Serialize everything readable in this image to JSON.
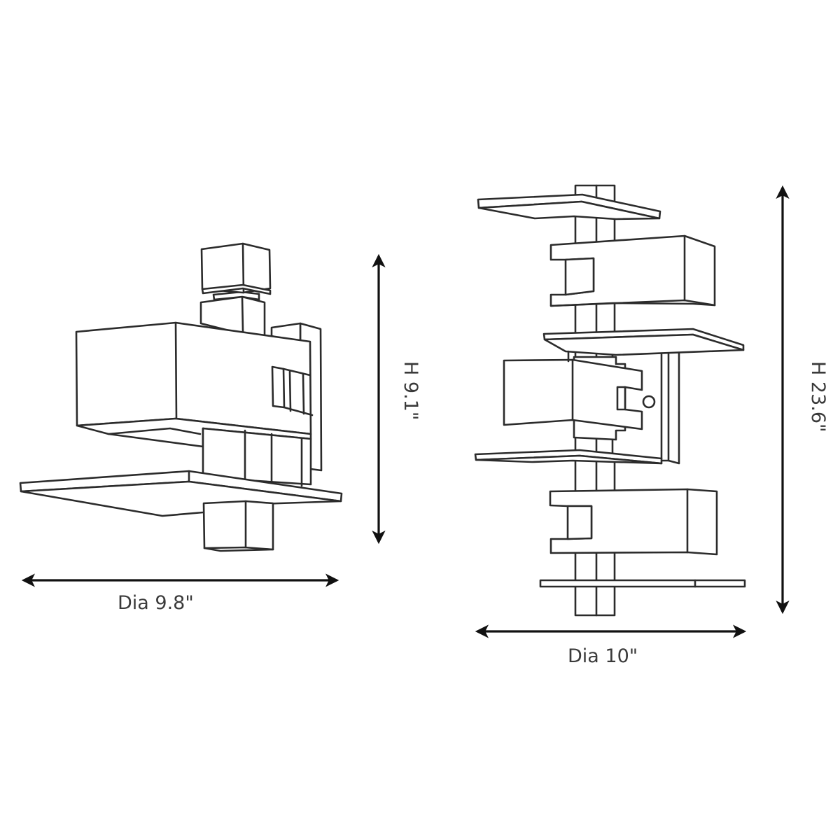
{
  "diagram": {
    "type": "product-dimension-drawing",
    "line_color": "#2b2b2b",
    "background": "#ffffff",
    "fixtures": [
      {
        "id": "small-sconce",
        "description": "Stacked cube wall sconce",
        "width_label": "Dia 9.8\"",
        "height_label": "H 9.1\""
      },
      {
        "id": "tall-sconce",
        "description": "Tiered cube wall sconce with three cube shades and four plates",
        "width_label": "Dia 10\"",
        "height_label": "H 23.6\""
      }
    ]
  }
}
